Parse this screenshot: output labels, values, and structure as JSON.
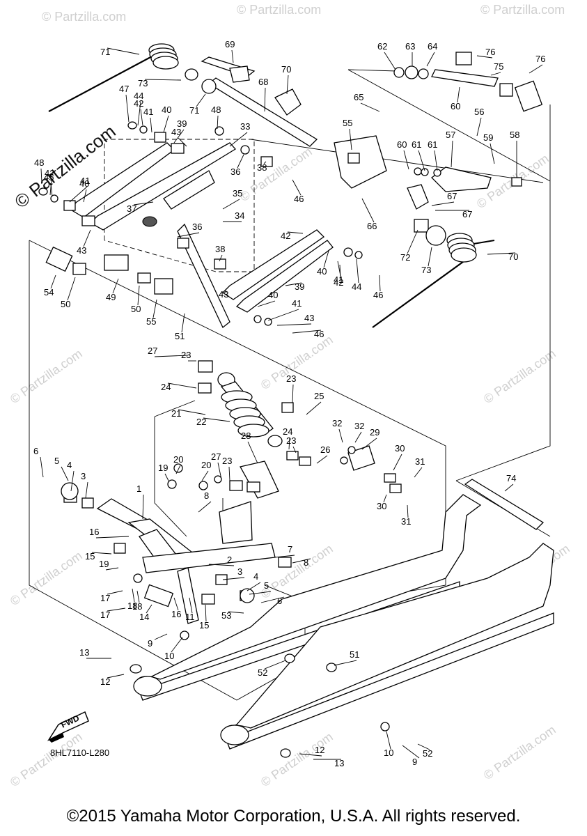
{
  "diagram": {
    "code": "8HL7110-L280",
    "fwd_label": "FWD",
    "watermark": "© Partzilla.com",
    "watermark_small": "© Partzilla.com",
    "copyright": "©2015 Yamaha Motor Corporation, U.S.A. All rights reserved."
  },
  "callouts": [
    "1",
    "2",
    "3",
    "3",
    "4",
    "4",
    "5",
    "5",
    "6",
    "6",
    "7",
    "8",
    "8",
    "9",
    "9",
    "10",
    "10",
    "11",
    "12",
    "12",
    "13",
    "13",
    "14",
    "15",
    "15",
    "16",
    "16",
    "17",
    "17",
    "18",
    "18",
    "19",
    "19",
    "20",
    "20",
    "21",
    "22",
    "23",
    "23",
    "23",
    "23",
    "24",
    "24",
    "25",
    "26",
    "27",
    "27",
    "28",
    "29",
    "30",
    "30",
    "31",
    "31",
    "32",
    "32",
    "33",
    "34",
    "35",
    "36",
    "36",
    "37",
    "38",
    "38",
    "39",
    "39",
    "40",
    "40",
    "40",
    "40",
    "41",
    "41",
    "41",
    "41",
    "42",
    "42",
    "42",
    "42",
    "43",
    "43",
    "43",
    "43",
    "44",
    "44",
    "45",
    "46",
    "46",
    "46",
    "47",
    "48",
    "48",
    "49",
    "50",
    "50",
    "51",
    "51",
    "52",
    "52",
    "53",
    "54",
    "55",
    "55",
    "56",
    "57",
    "58",
    "59",
    "60",
    "60",
    "61",
    "61",
    "62",
    "63",
    "64",
    "65",
    "66",
    "67",
    "67",
    "68",
    "69",
    "70",
    "70",
    "71",
    "71",
    "72",
    "73",
    "73",
    "74",
    "75",
    "76",
    "76"
  ]
}
